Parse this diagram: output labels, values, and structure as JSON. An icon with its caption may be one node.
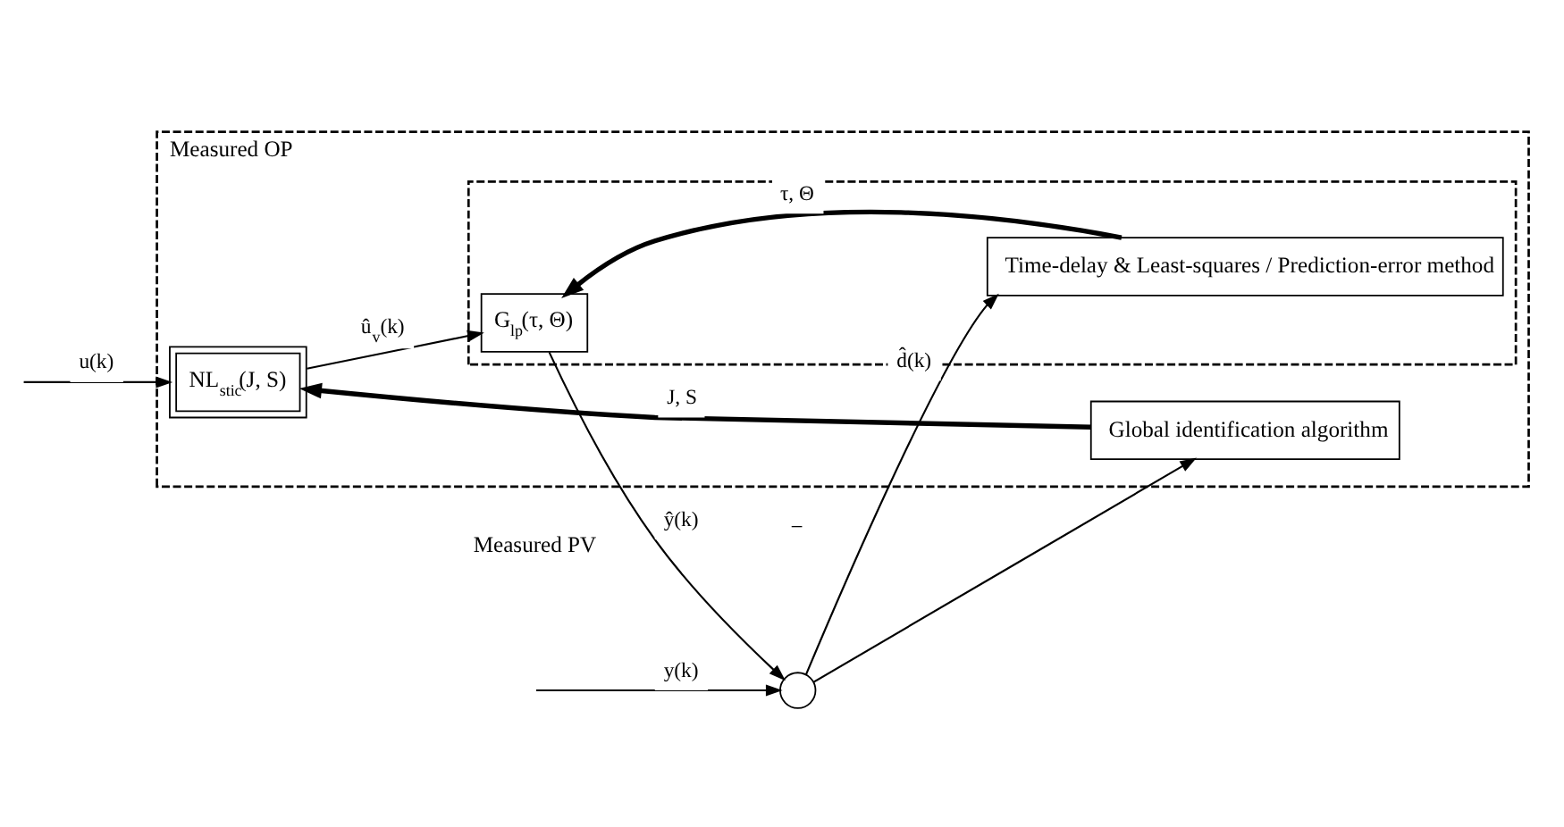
{
  "diagram": {
    "nodes": [
      {
        "text": [
          "Measured OP"
        ]
      },
      {
        "text": [
          "NL$_{stic}$(J, S)"
        ],
        "in": 0
      },
      {
        "text": [],
        "shape": "box",
        "in": 0
      },
      {
        "text": [
          "G$_{lp}$(τ, Θ)"
        ],
        "in": 2
      },
      {
        "text": [
          "Time-delay & Least-squares / Prediction-error method"
        ],
        "in": 2
      },
      {
        "text": [
          "Global identification algorithm"
        ],
        "in": 0
      },
      {
        "text": [],
        "shape": "circle"
      }
    ],
    "edges": [
      {
        "from": null,
        "to": 1,
        "arrow": "to",
        "label": "u(k)"
      },
      {
        "from": 1,
        "to": 3,
        "arrow": "to",
        "label": "û$_{v}$(k)"
      },
      {
        "from": 3,
        "to": 6,
        "arrow": "to",
        "label": "ŷ(k)"
      },
      {
        "from": null,
        "to": 6,
        "arrow": "to",
        "label": "y(k)"
      },
      {
        "from": 6,
        "to": 4,
        "arrow": "to",
        "label": "d̂(k)"
      },
      {
        "from": 6,
        "to": 5,
        "arrow": "to"
      },
      {
        "from": 4,
        "to": 3,
        "arrow": "to",
        "label": "τ, Θ",
        "style": "thick"
      },
      {
        "from": 5,
        "to": 1,
        "arrow": "to",
        "label": "J, S",
        "style": "thick"
      }
    ],
    "labels": [
      "Measured PV",
      "−"
    ]
  }
}
